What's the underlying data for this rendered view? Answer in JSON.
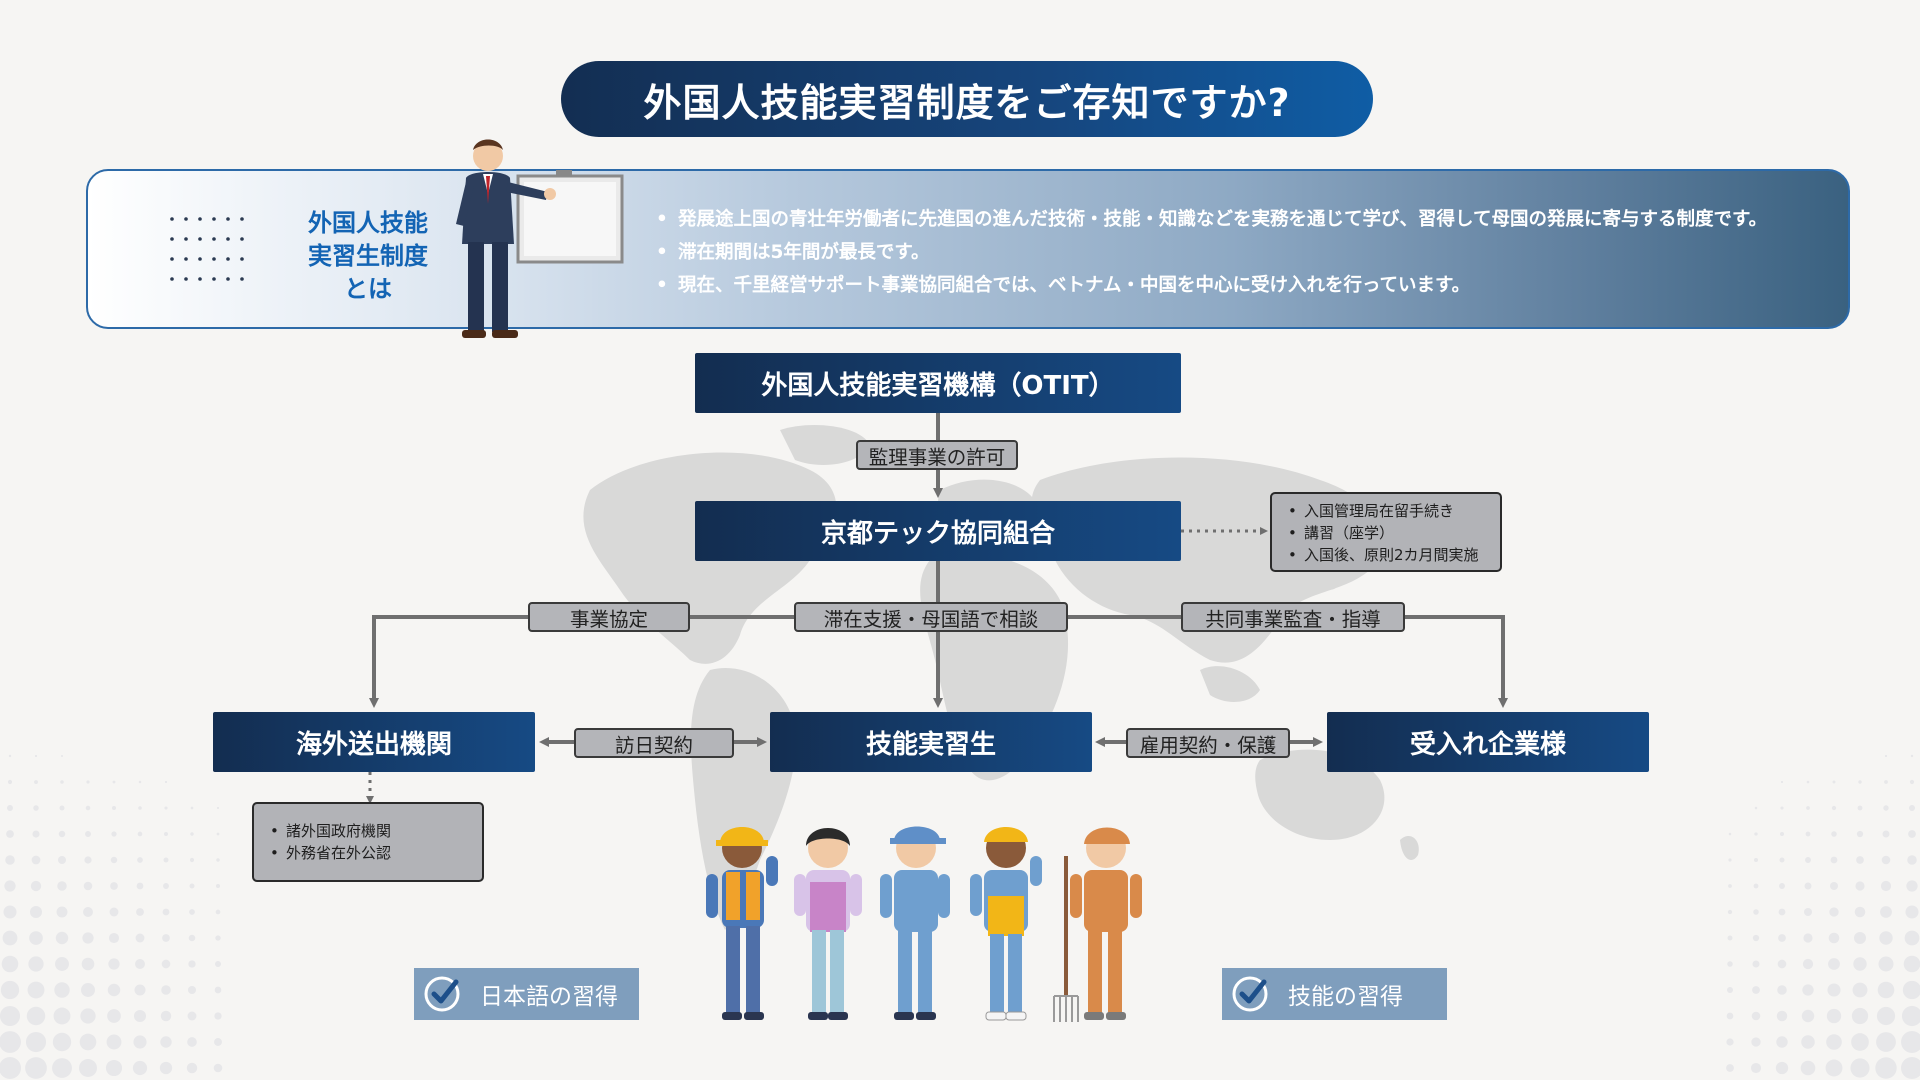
{
  "title": "外国人技能実習制度をご存知ですか?",
  "intro": {
    "heading_lines": [
      "外国人技能",
      "実習生制度",
      "とは"
    ],
    "bullets": [
      "発展途上国の青壮年労働者に先進国の進んだ技術・技能・知識などを実務を通じて学び、習得して母国の発展に寄与する制度です。",
      "滞在期間は5年間が最長です。",
      "現在、千里経営サポート事業協同組合では、ベトナム・中国を中心に受け入れを行っています。"
    ]
  },
  "diagram": {
    "nodes": {
      "otit": "外国人技能実習機構（OTIT）",
      "union": "京都テック協同組合",
      "agency": "海外送出機関",
      "trainee": "技能実習生",
      "company": "受入れ企業様"
    },
    "labels": {
      "permission": "監理事業の許可",
      "business_agreement": "事業協定",
      "support": "滞在支援・母国語で相談",
      "audit": "共同事業監査・指導",
      "visit_contract": "訪日契約",
      "employment": "雇用契約・保護"
    },
    "union_notes": [
      "入国管理局在留手続き",
      "講習（座学）",
      "入国後、原則2カ月間実施"
    ],
    "agency_notes": [
      "諸外国政府機関",
      "外務省在外公認"
    ]
  },
  "badges": {
    "left": "日本語の習得",
    "right": "技能の習得"
  },
  "colors": {
    "navy": "#132d50",
    "blue": "#164a84",
    "accent_text": "#1364b4",
    "tag_gray": "#b4b5b9",
    "badge": "#7f9ebd",
    "arrow": "#6f6f6f"
  }
}
